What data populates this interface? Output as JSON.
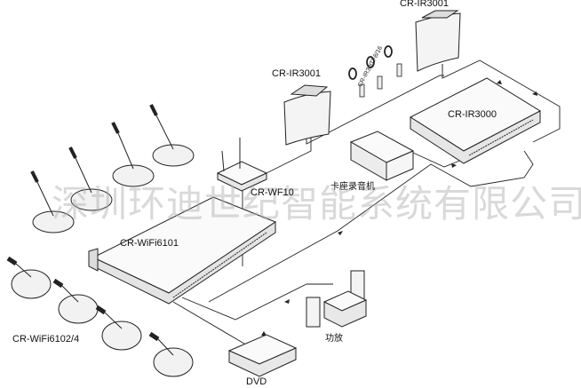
{
  "watermark": "深圳环迪世纪智能系统有限公司",
  "devices": {
    "ir_radiator_top": "CR-IR3001",
    "ir_radiator_left": "CR-IR3001",
    "ir_receiver": "CR-IR3002-8/16",
    "ir_transmitter": "CR-IR3000",
    "cassette_recorder": "卡座录音机",
    "wifi_ap": "CR-WF10",
    "wifi_main_unit": "CR-WiFi6101",
    "wifi_delegate_units": "CR-WiFi6102/4",
    "amplifier": "功放",
    "dvd": "DVD"
  }
}
